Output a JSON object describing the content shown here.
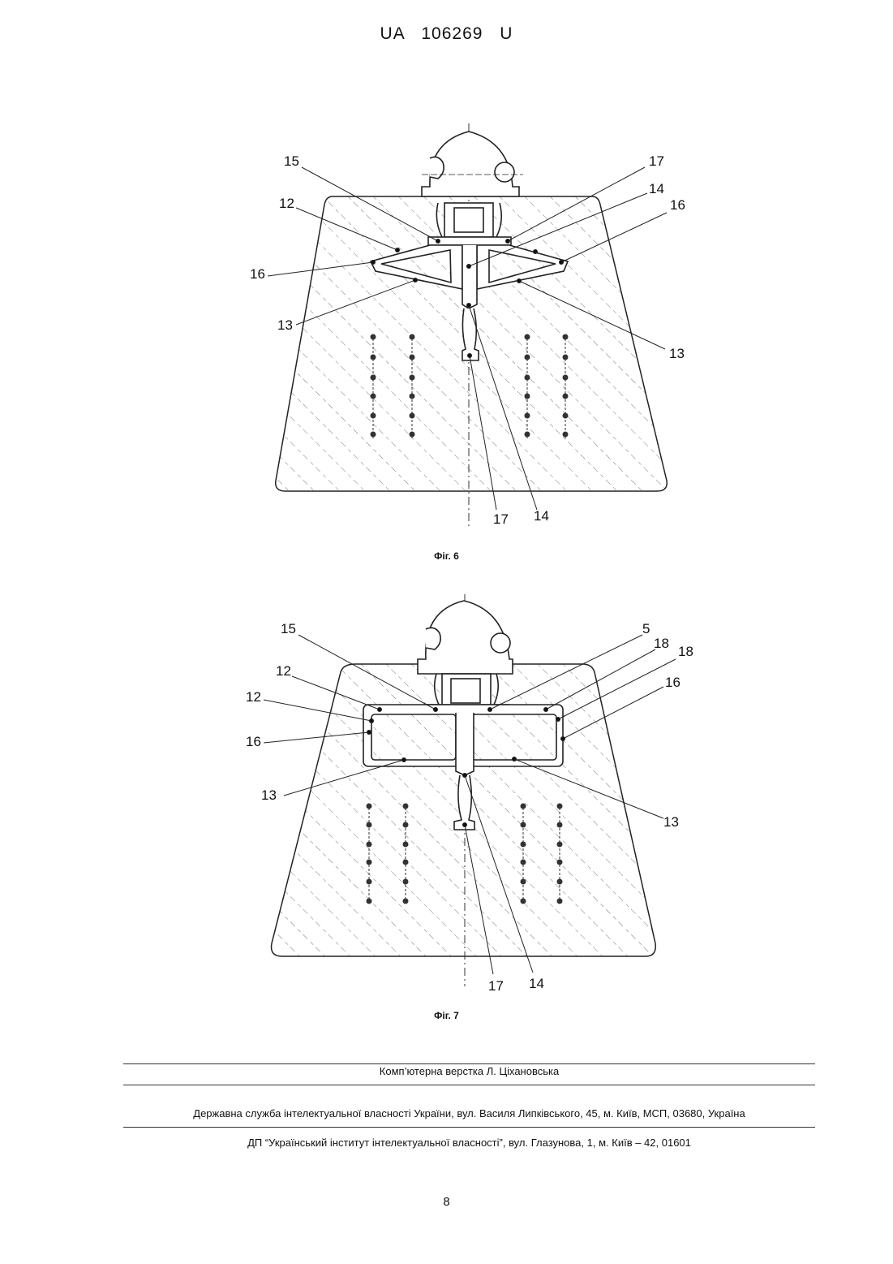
{
  "header": {
    "text": "UA   106269   U"
  },
  "figures": [
    {
      "caption": "Фіг. 6",
      "labels": [
        "15",
        "17",
        "14",
        "16",
        "12",
        "16",
        "13",
        "13",
        "17",
        "14"
      ]
    },
    {
      "caption": "Фіг. 7",
      "labels": [
        "15",
        "5",
        "12",
        "18",
        "12",
        "18",
        "16",
        "16",
        "13",
        "13",
        "17",
        "14"
      ]
    }
  ],
  "footer": {
    "layout": "Комп’ютерна верстка Л. Ціхановська",
    "agency": "Державна служба інтелектуальної власності України, вул. Василя Липківського, 45, м. Київ, МСП, 03680, Україна",
    "institute": "ДП “Український інститут інтелектуальної власності”, вул. Глазунова, 1, м. Київ – 42, 01601"
  },
  "page_number": "8"
}
